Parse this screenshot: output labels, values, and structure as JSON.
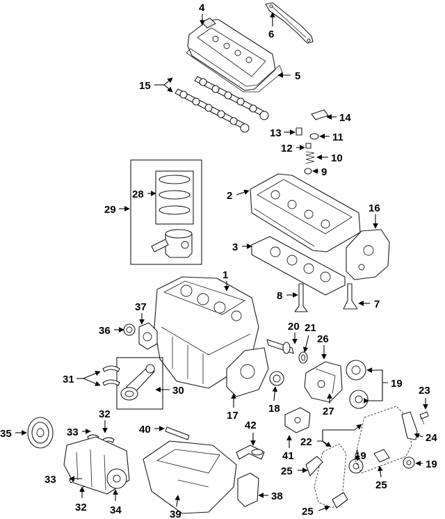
{
  "callouts": {
    "c1": "1",
    "c2": "2",
    "c3": "3",
    "c4": "4",
    "c5": "5",
    "c6": "6",
    "c7": "7",
    "c8": "8",
    "c9": "9",
    "c10": "10",
    "c11": "11",
    "c12": "12",
    "c13": "13",
    "c14": "14",
    "c15": "15",
    "c16": "16",
    "c17": "17",
    "c18": "18",
    "c19a": "19",
    "c19b": "19",
    "c19c": "19",
    "c20": "20",
    "c21": "21",
    "c22": "22",
    "c23": "23",
    "c24": "24",
    "c25a": "25",
    "c25b": "25",
    "c25c": "25",
    "c26": "26",
    "c27": "27",
    "c28": "28",
    "c29": "29",
    "c30": "30",
    "c31": "31",
    "c32a": "32",
    "c32b": "32",
    "c33a": "33",
    "c33b": "33",
    "c34": "34",
    "c35": "35",
    "c36": "36",
    "c37": "37",
    "c38": "38",
    "c39": "39",
    "c40": "40",
    "c41": "41",
    "c42": "42"
  },
  "colors": {
    "line": "#1a1a1a",
    "background": "#ffffff",
    "shade": "#e9e9e9"
  }
}
